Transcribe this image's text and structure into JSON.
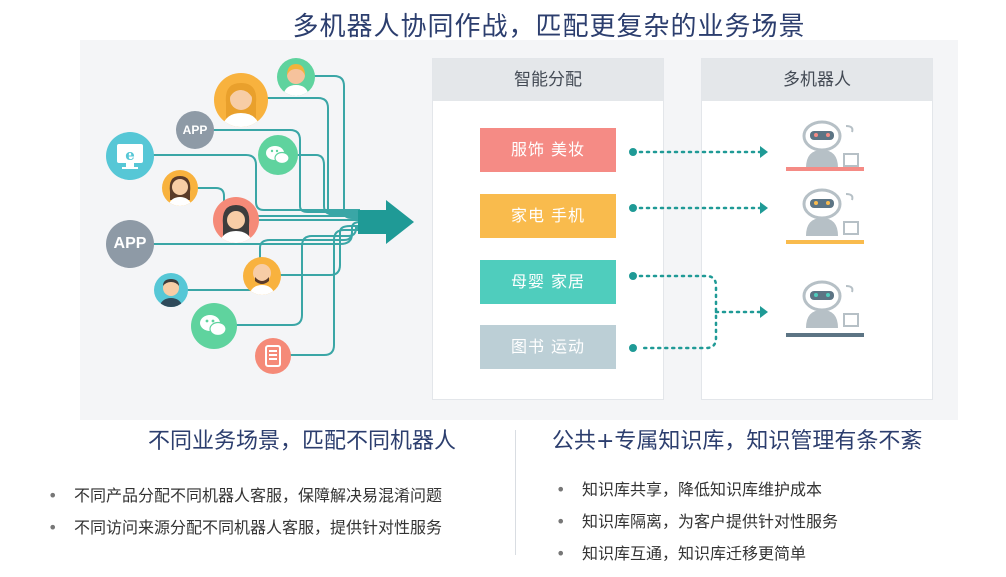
{
  "title": "多机器人协同作战，匹配更复杂的业务场景",
  "smart_box": {
    "header": "智能分配",
    "categories": [
      {
        "label": "服饰 美妆",
        "color": "#f58b85"
      },
      {
        "label": "家电 手机",
        "color": "#f9bb4d"
      },
      {
        "label": "母婴 家居",
        "color": "#4fcdbd"
      },
      {
        "label": "图书 运动",
        "color": "#bccfd6"
      }
    ]
  },
  "robot_box": {
    "header": "多机器人",
    "robots": [
      {
        "accent": "#f58b85"
      },
      {
        "accent": "#f9bb4d"
      },
      {
        "accent": "#5c7484"
      }
    ]
  },
  "sources": {
    "app_badge": "APP",
    "colors": {
      "line": "#3aa6a6",
      "arrow": "#1f9a96",
      "cyan": "#56c7d6",
      "orange": "#f8b23e",
      "gray": "#8e9aa6",
      "teal": "#59cdb1",
      "green": "#5fd39e",
      "coral": "#f58a78"
    },
    "icons": [
      "ie-browser-icon",
      "wechat-icon",
      "mobile-page-icon"
    ]
  },
  "left_section": {
    "title": "不同业务场景，匹配不同机器人",
    "bullets": [
      "不同产品分配不同机器人客服，保障解决易混淆问题",
      "不同访问来源分配不同机器人客服，提供针对性服务"
    ]
  },
  "right_section": {
    "title": "公共+专属知识库，知识管理有条不紊",
    "bullets": [
      "知识库共享，降低知识库维护成本",
      "知识库隔离，为客户提供针对性服务",
      "知识库互通，知识库迁移更简单"
    ]
  }
}
